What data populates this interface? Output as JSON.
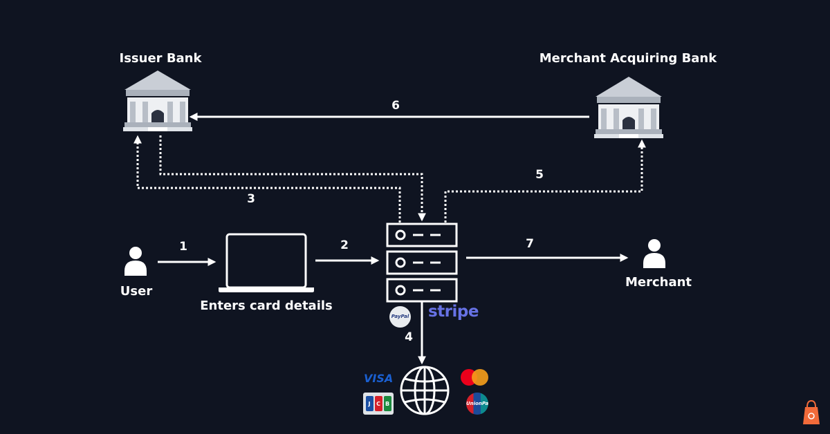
{
  "nodes": {
    "issuer_bank": "Issuer Bank",
    "merchant_bank": "Merchant Acquiring Bank",
    "user": "User",
    "laptop": "Enters card details",
    "merchant": "Merchant"
  },
  "steps": [
    "1",
    "2",
    "3",
    "4",
    "5",
    "6",
    "7"
  ],
  "logos": {
    "paypal": "PayPal",
    "stripe": "stripe",
    "visa": "VISA",
    "jcb": [
      "J",
      "C",
      "B"
    ],
    "unionpay": "UnionPay"
  },
  "colors": {
    "background": "#0f1421",
    "foreground": "#ffffff",
    "stripe": "#6772e5",
    "visa": "#1a5fd0",
    "mastercard_red": "#eb001b",
    "mastercard_orange": "#f79e1b",
    "brand_badge": "#f26b3a"
  }
}
